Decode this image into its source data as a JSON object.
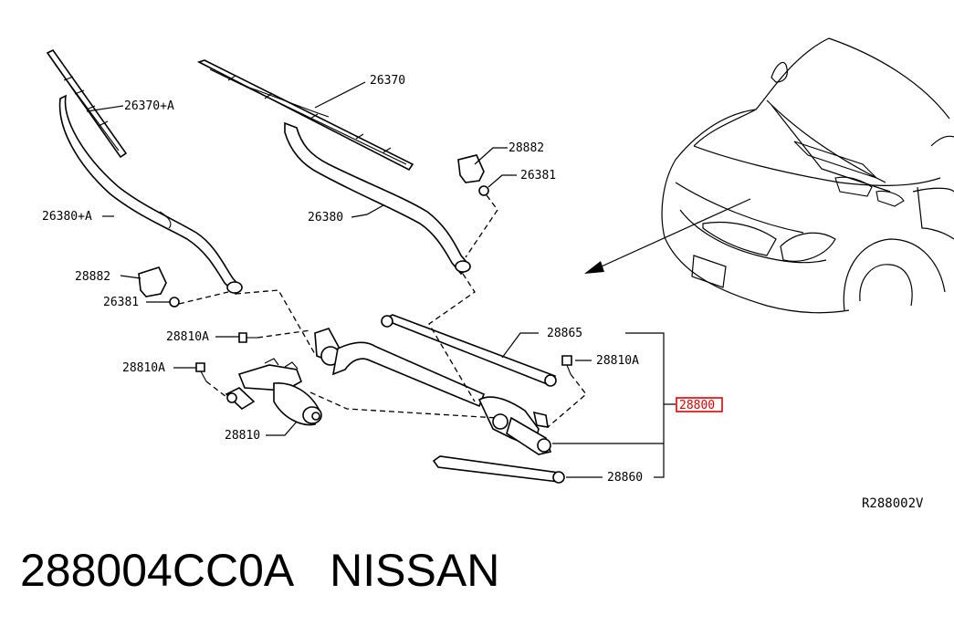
{
  "labels": {
    "blade_lh": "26370+A",
    "blade_rh": "26370",
    "arm_lh": "26380+A",
    "arm_rh": "26380",
    "cap_rh": "28882",
    "nut_rh": "26381",
    "cap_lh": "28882",
    "nut_lh": "26381",
    "bolt_motor": "28810A",
    "bolt_motor2": "28810A",
    "bolt_link": "28810A",
    "motor": "28810",
    "rod_upper": "28865",
    "linkage_assy": "28800",
    "rod_lower": "28860"
  },
  "diagram_code": "R288002V",
  "caption": {
    "part_number": "288004CC0A",
    "brand": "NISSAN"
  },
  "colors": {
    "highlight": "#e00000",
    "line": "#000000"
  }
}
